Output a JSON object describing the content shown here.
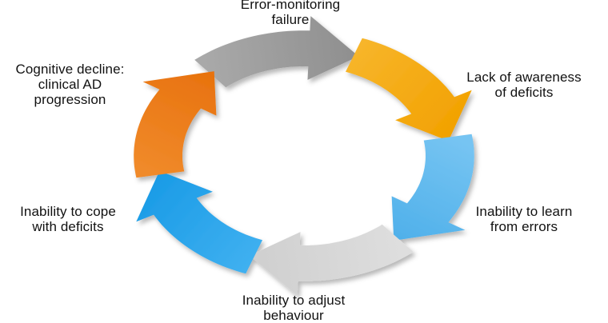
{
  "diagram": {
    "type": "cycle",
    "stages": [
      {
        "id": "error-monitoring",
        "lines": [
          "Error-monitoring",
          "failure"
        ],
        "color": "#8f8f8f",
        "color_light": "#a9a9a9"
      },
      {
        "id": "lack-of-awareness",
        "lines": [
          "Lack of awareness",
          "of deficits"
        ],
        "color": "#f2a100",
        "color_light": "#f7b52a"
      },
      {
        "id": "inability-to-learn",
        "lines": [
          "Inability to learn",
          "from errors"
        ],
        "color": "#4fb0ea",
        "color_light": "#76c4f2"
      },
      {
        "id": "inability-to-adjust",
        "lines": [
          "Inability to adjust",
          "behaviour"
        ],
        "color": "#cfcfcf",
        "color_light": "#dedede"
      },
      {
        "id": "inability-to-cope",
        "lines": [
          "Inability to cope",
          "with deficits"
        ],
        "color": "#1a9be6",
        "color_light": "#3fb0f0"
      },
      {
        "id": "cognitive-decline",
        "lines": [
          "Cognitive decline:",
          "clinical AD",
          "progression"
        ],
        "color": "#e8720e",
        "color_light": "#f08a2a"
      }
    ]
  }
}
